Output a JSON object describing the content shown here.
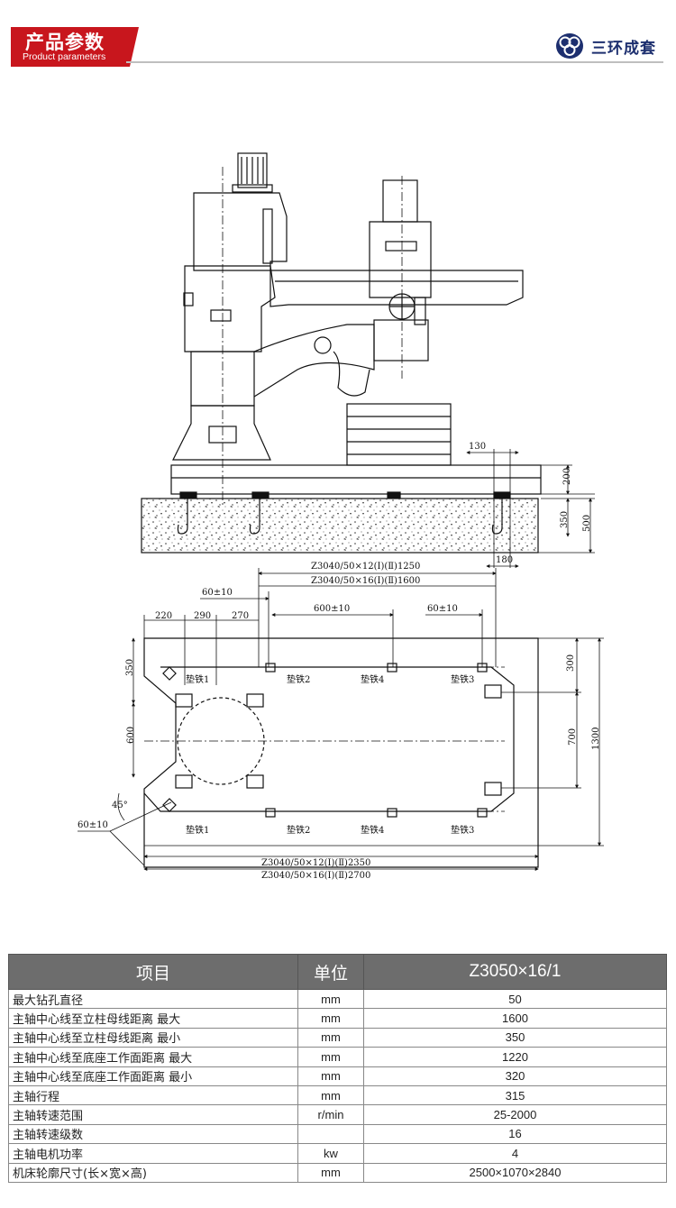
{
  "header": {
    "title_cn": "产品参数",
    "title_en": "Product parameters",
    "brand": "三环成套"
  },
  "drawing": {
    "labels": {
      "dim_130": "130",
      "dim_200": "200",
      "dim_350_side": "350",
      "dim_500": "500",
      "dim_180": "180",
      "dim_top_1250": "Z3040/50×12(Ⅰ)(Ⅱ)1250",
      "dim_top_1600": "Z3040/50×16(Ⅰ)(Ⅱ)1600",
      "dim_60a": "60±10",
      "dim_600": "600±10",
      "dim_60b": "60±10",
      "dim_220": "220",
      "dim_290": "290",
      "dim_270": "270",
      "dim_350_left": "350",
      "dim_600_left": "600",
      "dim_45": "45°",
      "dim_60c": "60±10",
      "dim_300": "300",
      "dim_700": "700",
      "dim_1300": "1300",
      "dim_bottom_2350": "Z3040/50×12(Ⅰ)(Ⅱ)2350",
      "dim_bottom_2700": "Z3040/50×16(Ⅰ)(Ⅱ)2700",
      "pad1_top": "垫铁1",
      "pad2_top": "垫铁2",
      "pad4_top": "垫铁4",
      "pad3_top": "垫铁3",
      "pad1_bottom": "垫铁1",
      "pad2_bottom": "垫铁2",
      "pad4_bottom": "垫铁4",
      "pad3_bottom": "垫铁3"
    }
  },
  "table": {
    "headers": [
      "项目",
      "单位",
      "Z3050×16/1"
    ],
    "rows": [
      {
        "item": "最大钻孔直径",
        "unit": "mm",
        "value": "50"
      },
      {
        "item": "主轴中心线至立柱母线距离 最大",
        "unit": "mm",
        "value": "1600"
      },
      {
        "item": "主轴中心线至立柱母线距离 最小",
        "unit": "mm",
        "value": "350"
      },
      {
        "item": "主轴中心线至底座工作面距离 最大",
        "unit": "mm",
        "value": "1220"
      },
      {
        "item": "主轴中心线至底座工作面距离 最小",
        "unit": "mm",
        "value": "320"
      },
      {
        "item": "主轴行程",
        "unit": "mm",
        "value": "315"
      },
      {
        "item": "主轴转速范围",
        "unit": "r/min",
        "value": "25-2000"
      },
      {
        "item": "主轴转速级数",
        "unit": "",
        "value": "16"
      },
      {
        "item": "主轴电机功率",
        "unit": "kw",
        "value": "4"
      },
      {
        "item": "机床轮廓尺寸(长×宽×高)",
        "unit": "mm",
        "value": "2500×1070×2840"
      }
    ]
  }
}
